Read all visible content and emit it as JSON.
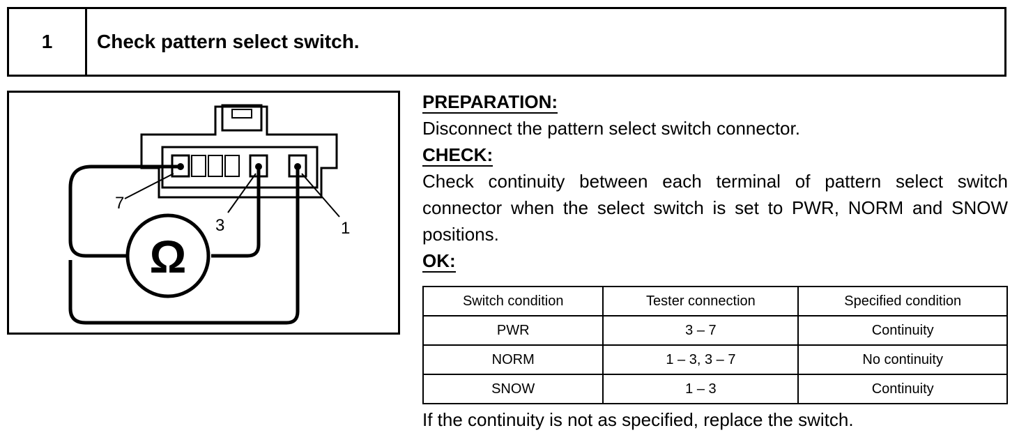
{
  "step": {
    "number": "1",
    "title": "Check pattern select switch."
  },
  "figure": {
    "terminal_labels": [
      "7",
      "3",
      "1"
    ],
    "meter_symbol": "Ω",
    "meter_icon": "ohmmeter-icon"
  },
  "preparation": {
    "heading": "PREPARATION:",
    "text": "Disconnect the pattern select switch connector."
  },
  "check": {
    "heading": "CHECK:",
    "text": "Check continuity between each terminal of pattern select switch connector when the select switch is set to PWR, NORM and SNOW positions."
  },
  "ok": {
    "heading": "OK:"
  },
  "table": {
    "headers": [
      "Switch condition",
      "Tester connection",
      "Specified condition"
    ],
    "rows": [
      [
        "PWR",
        "3 – 7",
        "Continuity"
      ],
      [
        "NORM",
        "1 – 3, 3 – 7",
        "No continuity"
      ],
      [
        "SNOW",
        "1 – 3",
        "Continuity"
      ]
    ]
  },
  "footer": {
    "text": "If the continuity is not as specified, replace the switch."
  }
}
